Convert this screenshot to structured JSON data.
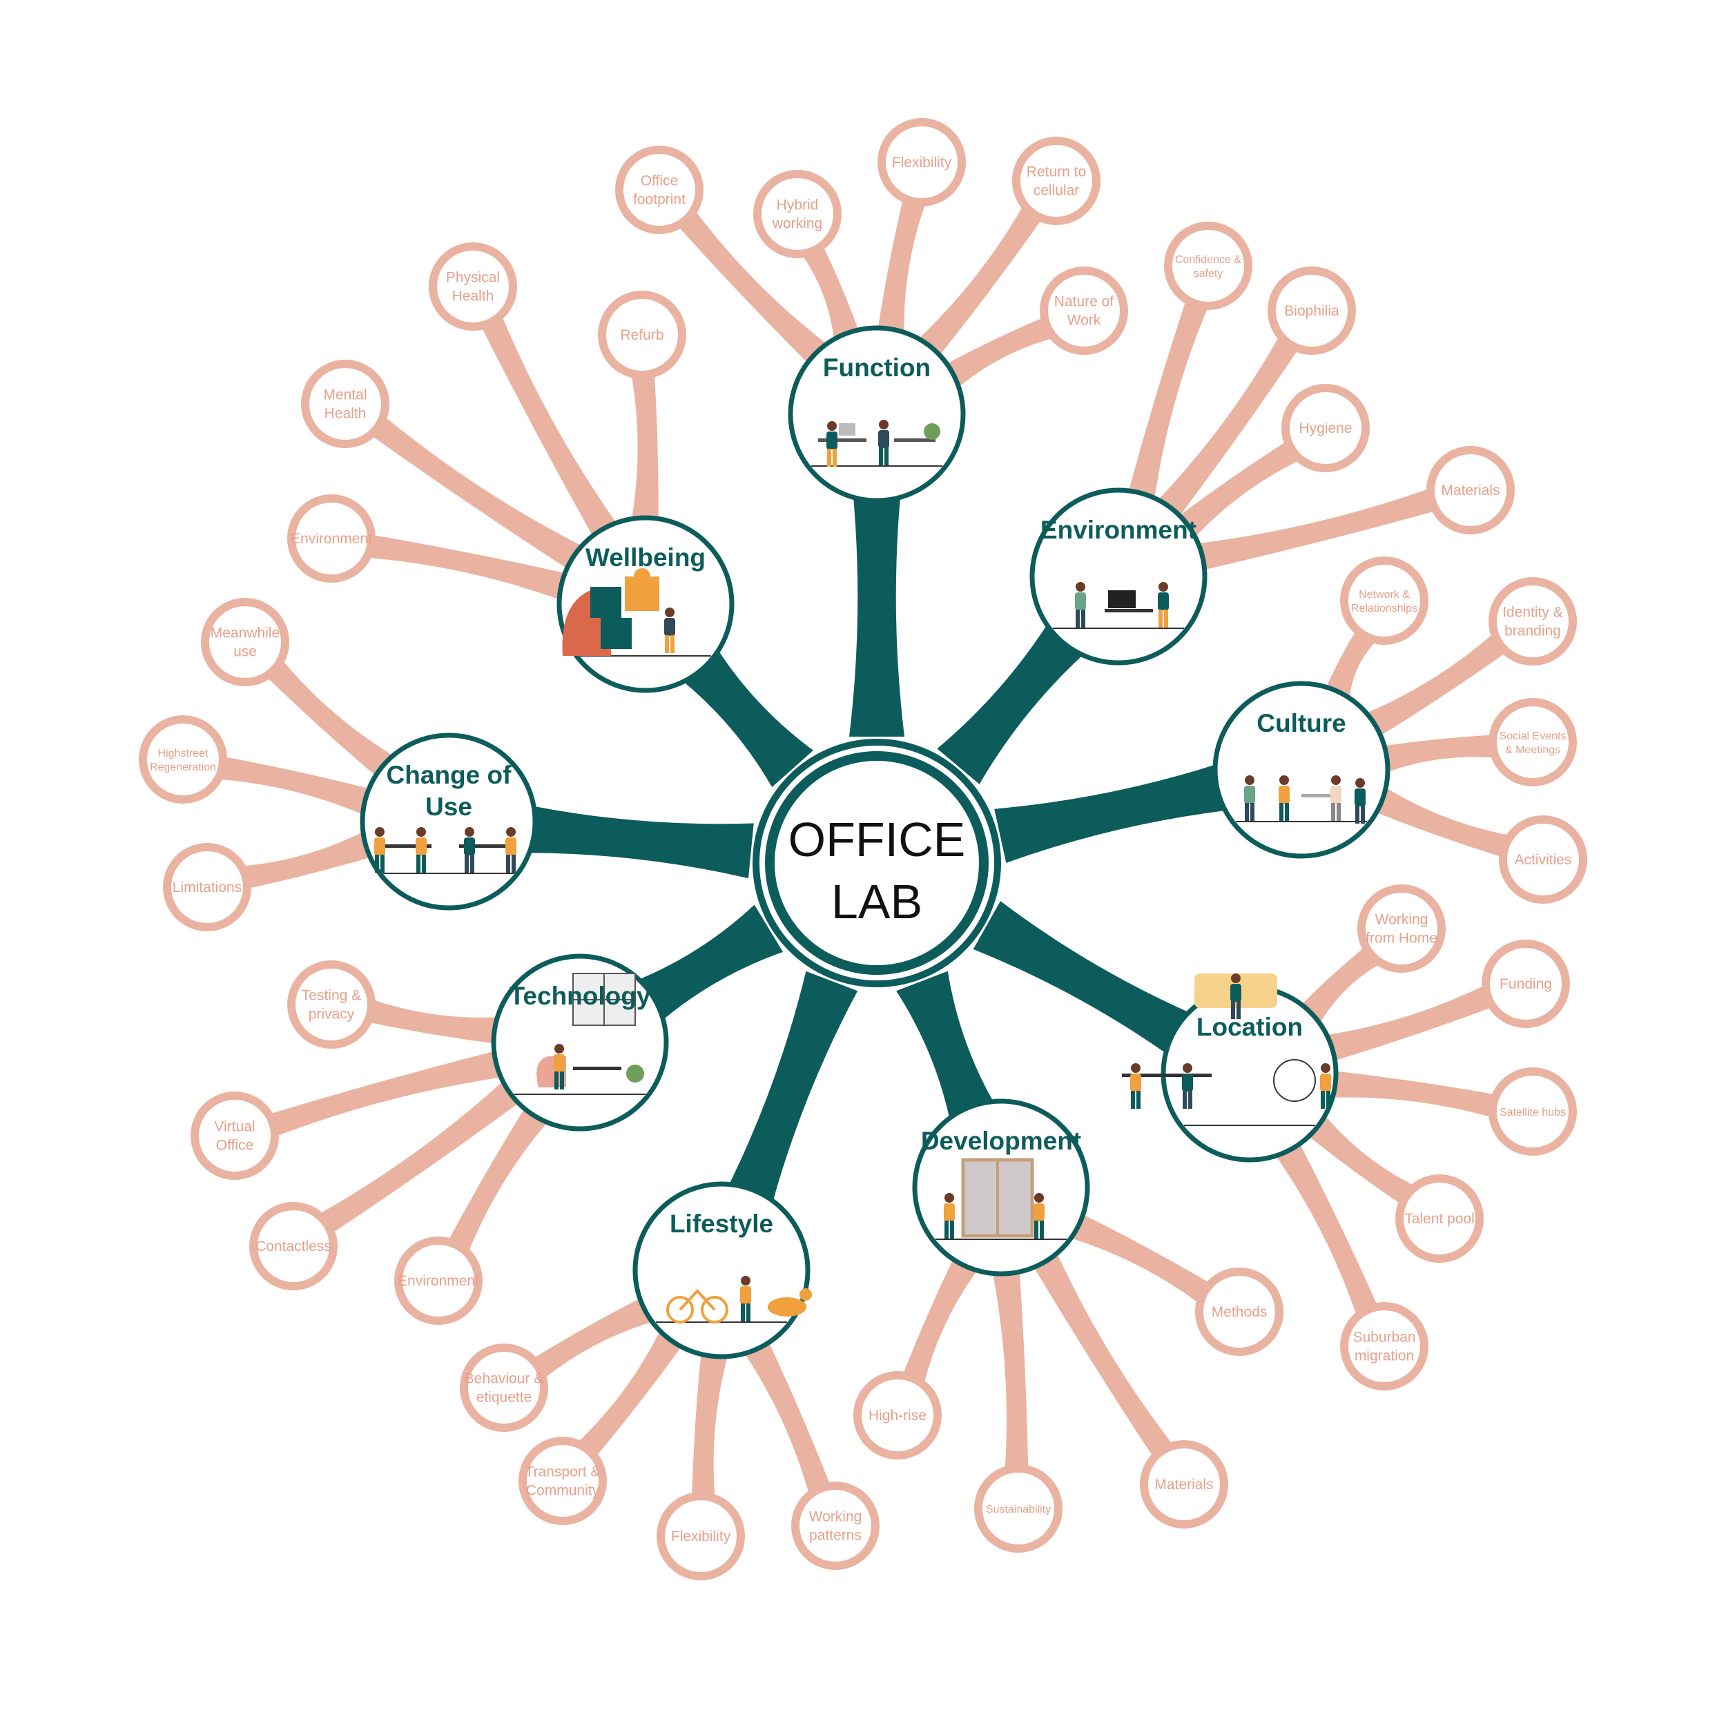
{
  "center": {
    "line1": "OFFICE",
    "line2": "LAB"
  },
  "colors": {
    "teal": "#0d5c5c",
    "salmon": "#eab2a0",
    "salmon_text": "#e8a08a",
    "orange": "#f0a03c"
  },
  "hubs": [
    {
      "id": "function",
      "label": [
        "Function"
      ],
      "illustration": "office-desks-illustration",
      "leaves": [
        {
          "label": [
            "Office",
            "footprint"
          ]
        },
        {
          "label": [
            "Hybrid",
            "working"
          ]
        },
        {
          "label": [
            "Flexibility"
          ]
        },
        {
          "label": [
            "Return to",
            "cellular"
          ]
        },
        {
          "label": [
            "Nature of",
            "Work"
          ]
        }
      ]
    },
    {
      "id": "environment",
      "label": [
        "Environment"
      ],
      "illustration": "cleaning-desk-illustration",
      "leaves": [
        {
          "label": [
            "Confidence &",
            "safety"
          ]
        },
        {
          "label": [
            "Biophilia"
          ]
        },
        {
          "label": [
            "Hygiene"
          ]
        },
        {
          "label": [
            "Materials"
          ]
        }
      ]
    },
    {
      "id": "culture",
      "label": [
        "Culture"
      ],
      "illustration": "social-gathering-illustration",
      "leaves": [
        {
          "label": [
            "Network &",
            "Relationships"
          ]
        },
        {
          "label": [
            "Identity &",
            "branding"
          ]
        },
        {
          "label": [
            "Social Events",
            "& Meetings"
          ]
        },
        {
          "label": [
            "Activities"
          ]
        }
      ]
    },
    {
      "id": "location",
      "label": [
        "Location"
      ],
      "illustration": "remote-working-illustration",
      "leaves": [
        {
          "label": [
            "Working",
            "from Home"
          ]
        },
        {
          "label": [
            "Funding"
          ]
        },
        {
          "label": [
            "Satellite hubs"
          ]
        },
        {
          "label": [
            "Talent pool"
          ]
        },
        {
          "label": [
            "Suburban",
            "migration"
          ]
        }
      ]
    },
    {
      "id": "development",
      "label": [
        "Development"
      ],
      "illustration": "building-construction-illustration",
      "leaves": [
        {
          "label": [
            "Methods"
          ]
        },
        {
          "label": [
            "Materials"
          ]
        },
        {
          "label": [
            "Sustainability"
          ]
        },
        {
          "label": [
            "High-rise"
          ]
        }
      ]
    },
    {
      "id": "lifestyle",
      "label": [
        "Lifestyle"
      ],
      "illustration": "bicycle-and-dog-walk-illustration",
      "leaves": [
        {
          "label": [
            "Working",
            "patterns"
          ]
        },
        {
          "label": [
            "Flexibility"
          ]
        },
        {
          "label": [
            "Transport &",
            "Community"
          ]
        },
        {
          "label": [
            "Behaviour &",
            "etiquette"
          ]
        }
      ]
    },
    {
      "id": "technology",
      "label": [
        "Technology"
      ],
      "illustration": "video-call-illustration",
      "leaves": [
        {
          "label": [
            "Testing &",
            "privacy"
          ]
        },
        {
          "label": [
            "Virtual",
            "Office"
          ]
        },
        {
          "label": [
            "Contactless"
          ]
        },
        {
          "label": [
            "Environment"
          ]
        }
      ]
    },
    {
      "id": "change-of-use",
      "label": [
        "Change of",
        "Use"
      ],
      "illustration": "meeting-tables-illustration",
      "leaves": [
        {
          "label": [
            "Meanwhile",
            "use"
          ]
        },
        {
          "label": [
            "Highstreet",
            "Regeneration"
          ]
        },
        {
          "label": [
            "Limitations"
          ]
        }
      ]
    },
    {
      "id": "wellbeing",
      "label": [
        "Wellbeing"
      ],
      "illustration": "puzzle-head-illustration",
      "leaves": [
        {
          "label": [
            "Physical",
            "Health"
          ]
        },
        {
          "label": [
            "Refurb"
          ]
        },
        {
          "label": [
            "Mental",
            "Health"
          ]
        },
        {
          "label": [
            "Environment"
          ]
        }
      ]
    }
  ]
}
